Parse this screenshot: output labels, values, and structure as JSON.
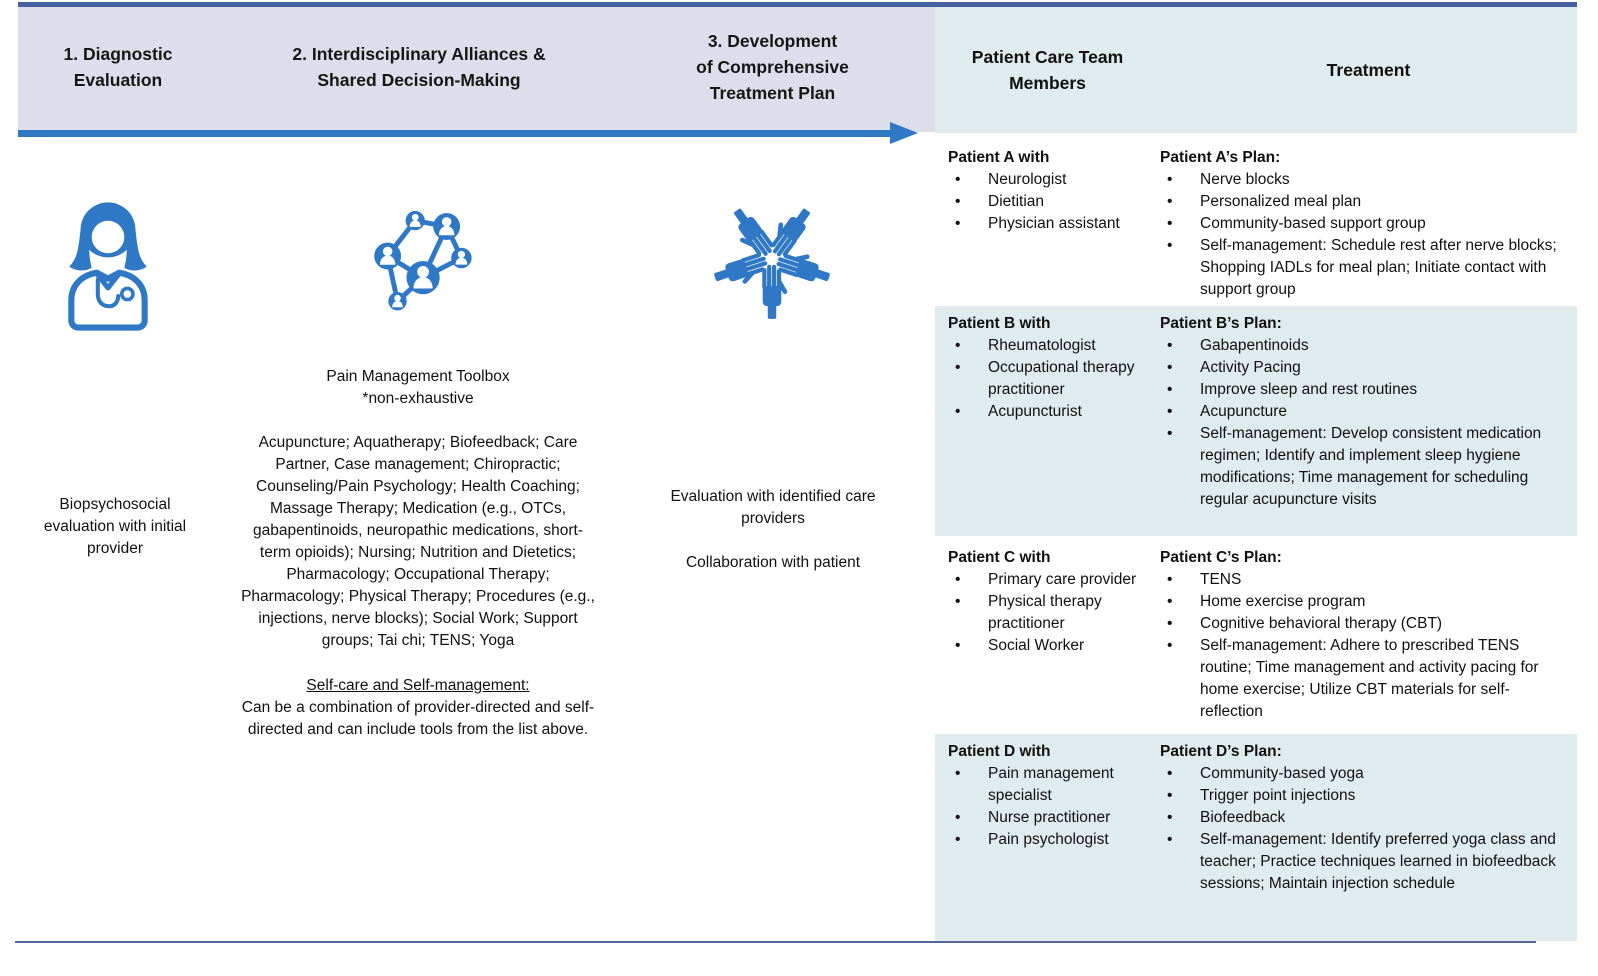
{
  "colors": {
    "accent": "#2e78c6",
    "navy": "#44619e",
    "steel": "#54699f",
    "lavender": "#dcdfeb",
    "teal": "#dfebed"
  },
  "phases": {
    "step1": {
      "title": "1. Diagnostic\nEvaluation",
      "body": "Biopsychosocial\nevaluation with initial\nprovider"
    },
    "step2": {
      "title": "2. Interdisciplinary Alliances &\nShared Decision-Making",
      "toolbox_title": "Pain Management Toolbox\n*non-exhaustive",
      "toolbox_list": "Acupuncture; Aquatherapy; Biofeedback; Care\nPartner, Case management; Chiropractic;\nCounseling/Pain Psychology; Health Coaching;\nMassage Therapy; Medication (e.g., OTCs,\ngabapentinoids, neuropathic medications, short-\nterm opioids); Nursing; Nutrition and Dietetics;\nPharmacology; Occupational Therapy;\nPharmacology; Physical Therapy; Procedures (e.g.,\ninjections, nerve blocks); Social Work; Support\ngroups; Tai chi; TENS; Yoga",
      "selfcare_heading": "Self-care and Self-management:",
      "selfcare_body": "Can be a combination of provider-directed and self-\ndirected and can include tools from the list above."
    },
    "step3": {
      "title": "3. Development\nof Comprehensive\nTreatment Plan",
      "line1": "Evaluation with identified care\nproviders",
      "line2": "Collaboration with patient"
    }
  },
  "icons": {
    "step1": "female-doctor-with-stethoscope",
    "step2": "people-network",
    "step3": "five-hands-teamwork"
  },
  "table": {
    "headers": {
      "members": "Patient Care Team\nMembers",
      "treatment": "Treatment"
    },
    "rows": [
      {
        "members_title": "Patient A with",
        "members": [
          "Neurologist",
          "Dietitian",
          "Physician assistant"
        ],
        "plan_title": "Patient A’s Plan:",
        "plan": [
          "Nerve blocks",
          "Personalized meal plan",
          "Community-based support group",
          "Self-management: Schedule rest after nerve blocks; Shopping IADLs for meal plan; Initiate contact with support group"
        ]
      },
      {
        "members_title": "Patient B with",
        "members": [
          "Rheumatologist",
          "Occupational therapy practitioner",
          "Acupuncturist"
        ],
        "plan_title": "Patient B’s Plan:",
        "plan": [
          "Gabapentinoids",
          "Activity Pacing",
          "Improve sleep and rest routines",
          "Acupuncture",
          "Self-management: Develop consistent medication regimen; Identify and implement sleep hygiene modifications; Time management for scheduling regular acupuncture visits"
        ]
      },
      {
        "members_title": "Patient C with",
        "members": [
          "Primary care provider",
          "Physical therapy practitioner",
          "Social Worker"
        ],
        "plan_title": "Patient C’s Plan:",
        "plan": [
          "TENS",
          "Home exercise program",
          "Cognitive behavioral therapy (CBT)",
          "Self-management: Adhere to prescribed TENS routine; Time management and activity pacing for home exercise; Utilize CBT materials for self-reflection"
        ]
      },
      {
        "members_title": "Patient D with",
        "members": [
          "Pain management specialist",
          "Nurse practitioner",
          "Pain psychologist"
        ],
        "plan_title": "Patient D’s Plan:",
        "plan": [
          "Community-based yoga",
          "Trigger point injections",
          "Biofeedback",
          "Self-management: Identify preferred yoga class and teacher; Practice techniques learned in biofeedback sessions; Maintain injection schedule"
        ]
      }
    ]
  }
}
